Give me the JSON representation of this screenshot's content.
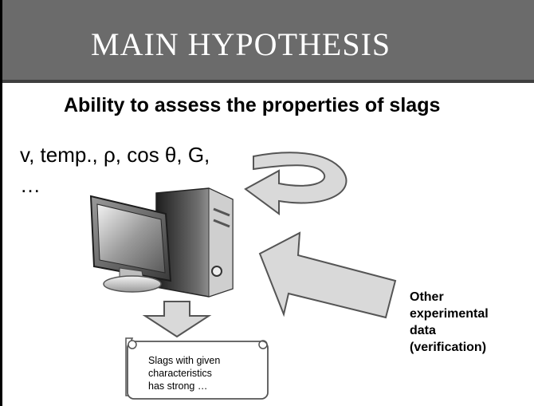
{
  "header": {
    "title": "Main Hypothesis"
  },
  "subtitle": "Ability to assess the properties of slags",
  "parameters": {
    "line1": "v, temp., ρ, cos θ, G,",
    "line2": "…"
  },
  "side_note": {
    "line1": "Other",
    "line2": "experimental",
    "line3": "data",
    "line4": "(verification)"
  },
  "scroll": {
    "line1": "Slags with given",
    "line2": "characteristics",
    "line3": "has strong …"
  },
  "colors": {
    "header_bg": "#6b6b6b",
    "header_rule": "#3f3f3f",
    "arrow_fill": "#d9d9d9",
    "arrow_stroke": "#555555"
  },
  "icons": [
    "curved-arrow-icon",
    "computer-icon",
    "left-arrow-icon",
    "down-arrow-icon",
    "scroll-icon"
  ]
}
